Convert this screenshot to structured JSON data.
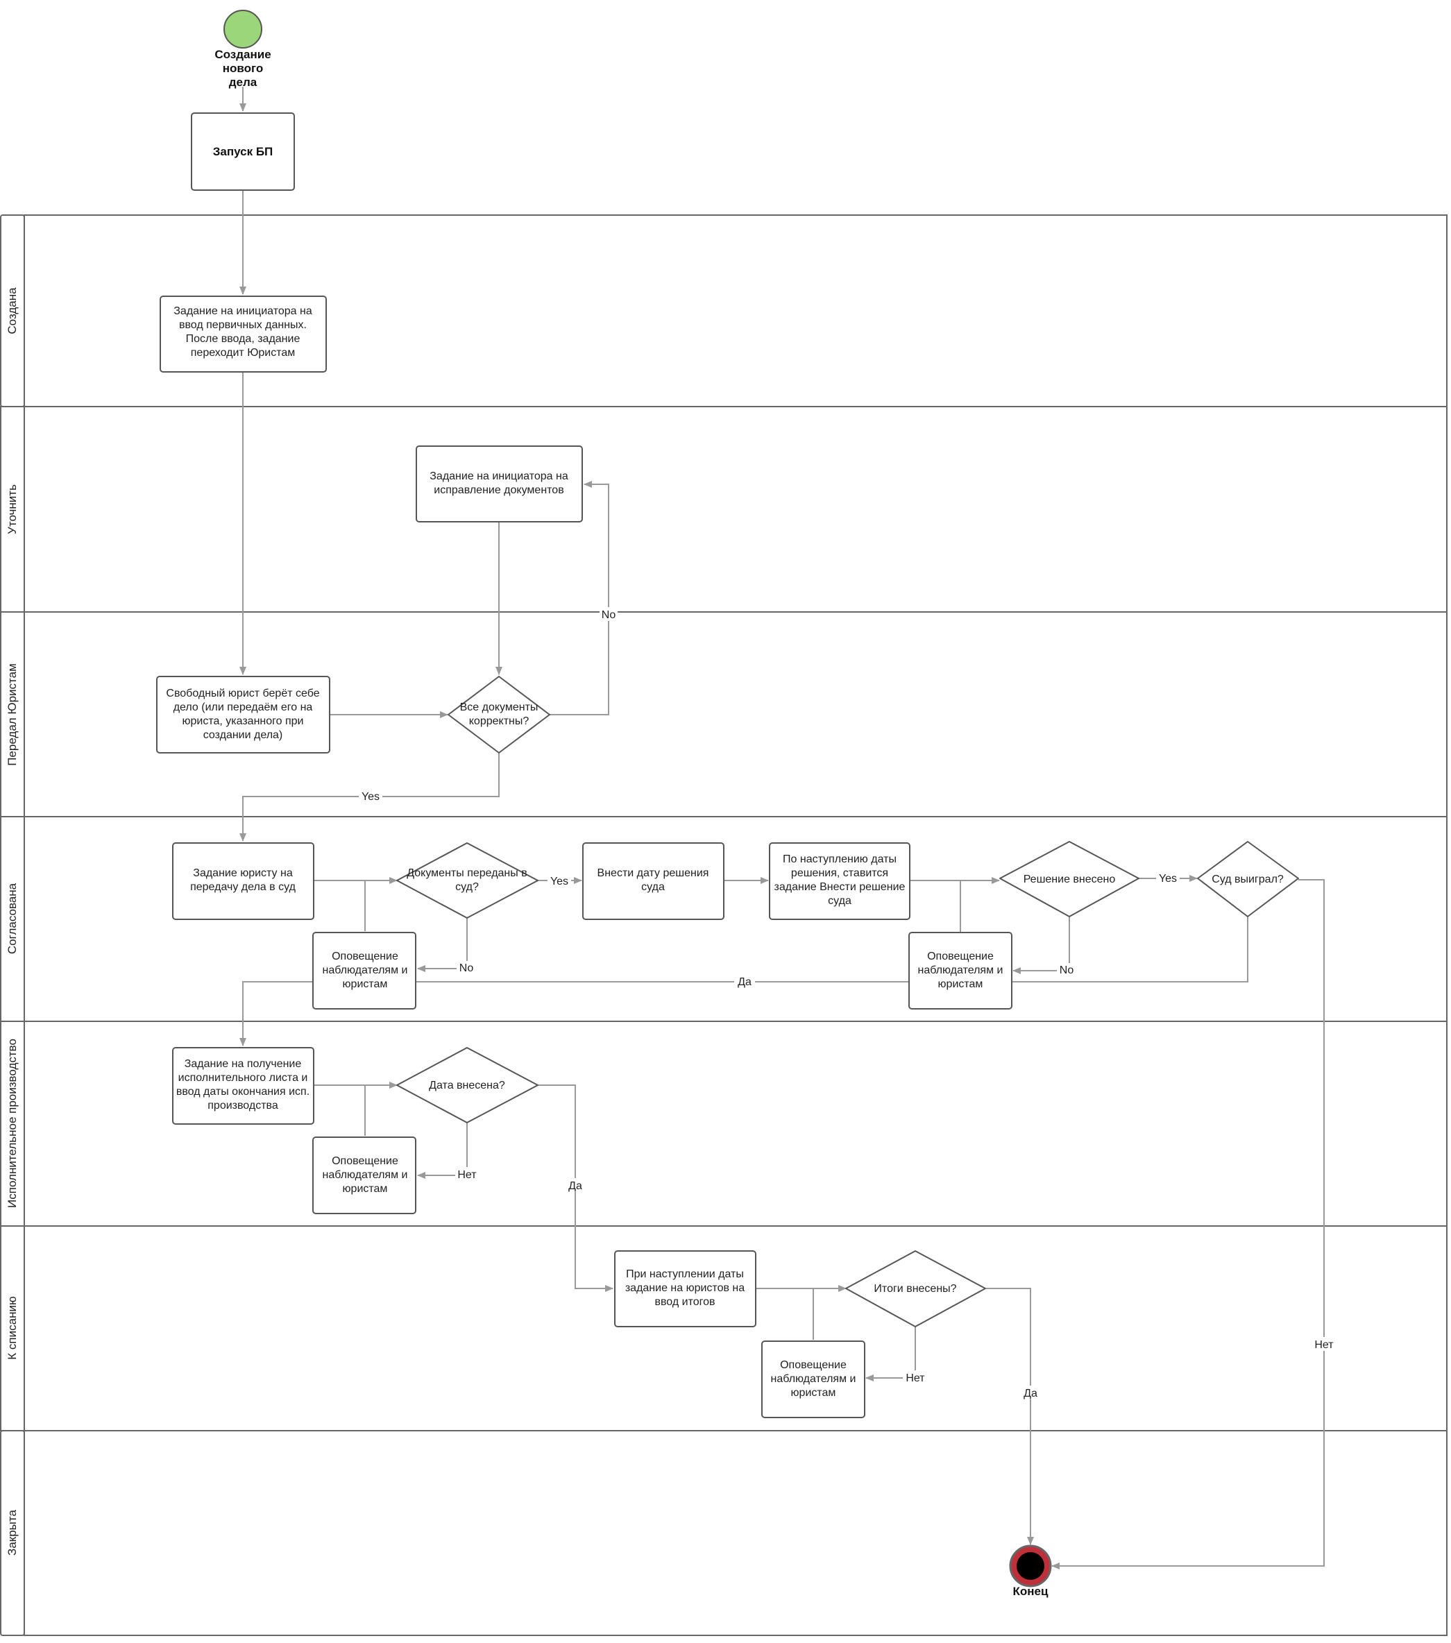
{
  "lanes": [
    {
      "id": "l1",
      "label": "Создана"
    },
    {
      "id": "l2",
      "label": "Уточнить"
    },
    {
      "id": "l3",
      "label": "Передал Юристам"
    },
    {
      "id": "l4",
      "label": "Согласована"
    },
    {
      "id": "l5",
      "label": "Исполнительное производство"
    },
    {
      "id": "l6",
      "label": "К списанию"
    },
    {
      "id": "l7",
      "label": "Закрыта"
    }
  ],
  "nodes": [
    {
      "id": "start",
      "kind": "start",
      "lines": [
        "Создание",
        "нового",
        "дела"
      ],
      "color": "#9bd67a"
    },
    {
      "id": "launch",
      "kind": "task",
      "bold": true,
      "lines": [
        "Запуск БП"
      ]
    },
    {
      "id": "t1",
      "kind": "task",
      "lines": [
        "Задание на инициатора на",
        "ввод первичных данных.",
        "После ввода, задание",
        "переходит Юристам"
      ]
    },
    {
      "id": "t2",
      "kind": "task",
      "lines": [
        "Задание на инициатора на",
        "исправление документов"
      ]
    },
    {
      "id": "t3",
      "kind": "task",
      "lines": [
        "Свободный юрист берёт себе",
        "дело (или передаём его на",
        "юриста, указанного при",
        "создании дела)"
      ]
    },
    {
      "id": "d1",
      "kind": "decision",
      "lines": [
        "Все документы",
        "корректны?"
      ]
    },
    {
      "id": "t4",
      "kind": "task",
      "lines": [
        "Задание юристу на",
        "передачу дела в суд"
      ]
    },
    {
      "id": "d2",
      "kind": "decision",
      "lines": [
        "Документы переданы в",
        "суд?"
      ]
    },
    {
      "id": "t5",
      "kind": "task",
      "lines": [
        "Внести дату решения",
        "суда"
      ]
    },
    {
      "id": "t6",
      "kind": "task",
      "lines": [
        "По наступлению даты",
        "решения, ставится",
        "задание Внести решение",
        "суда"
      ]
    },
    {
      "id": "d3",
      "kind": "decision",
      "lines": [
        "Решение внесено"
      ]
    },
    {
      "id": "d4",
      "kind": "decision",
      "lines": [
        "Суд выиграл?"
      ]
    },
    {
      "id": "n1",
      "kind": "task",
      "lines": [
        "Оповещение",
        "наблюдателям и",
        "юристам"
      ]
    },
    {
      "id": "n2",
      "kind": "task",
      "lines": [
        "Оповещение",
        "наблюдателям и",
        "юристам"
      ]
    },
    {
      "id": "t7",
      "kind": "task",
      "lines": [
        "Задание на получение",
        "исполнительного листа и",
        "ввод даты окончания исп.",
        "производства"
      ]
    },
    {
      "id": "d5",
      "kind": "decision",
      "lines": [
        "Дата внесена?"
      ]
    },
    {
      "id": "n3",
      "kind": "task",
      "lines": [
        "Оповещение",
        "наблюдателям и",
        "юристам"
      ]
    },
    {
      "id": "t8",
      "kind": "task",
      "lines": [
        "При наступлении даты",
        "задание на юристов на",
        "ввод итогов"
      ]
    },
    {
      "id": "d6",
      "kind": "decision",
      "lines": [
        "Итоги внесены?"
      ]
    },
    {
      "id": "n4",
      "kind": "task",
      "lines": [
        "Оповещение",
        "наблюдателям и",
        "юристам"
      ]
    },
    {
      "id": "end",
      "kind": "end",
      "lines": [
        "Конец"
      ],
      "color": "#000000",
      "ring": "#c0303a"
    }
  ],
  "edge_labels": [
    "No",
    "Yes",
    "Yes",
    "No",
    "Yes",
    "No",
    "Да",
    "Нет",
    "Да",
    "Нет",
    "Да",
    "Нет"
  ],
  "colors": {
    "lane_stroke": "#666666",
    "node_stroke": "#555555",
    "edge": "#999999"
  }
}
